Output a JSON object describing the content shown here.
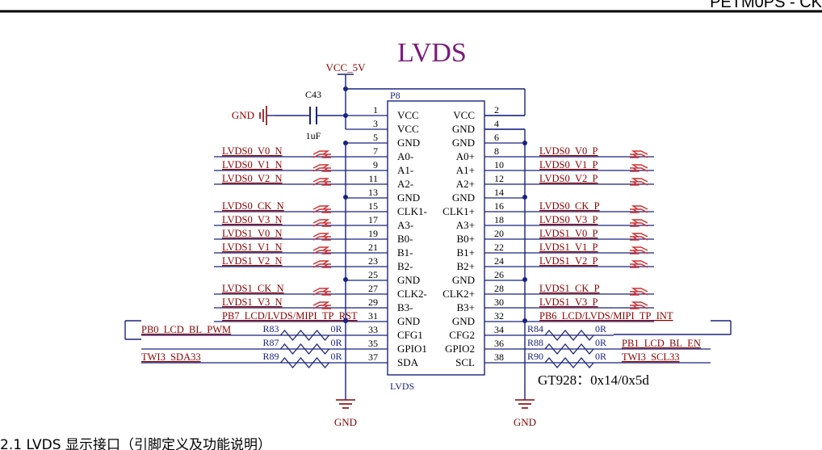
{
  "header": {
    "right_text": "PETM0PS - CK"
  },
  "title": "LVDS",
  "power_label": "VCC_5V",
  "cap": {
    "ref": "C43",
    "value": "1uF",
    "gnd": "GND"
  },
  "connector": {
    "ref": "P8",
    "name": "LVDS"
  },
  "left_pins": [
    {
      "num": "1",
      "name": "VCC"
    },
    {
      "num": "3",
      "name": "VCC"
    },
    {
      "num": "5",
      "name": "GND"
    },
    {
      "num": "7",
      "name": "A0-",
      "net": "LVDS0_V0_N"
    },
    {
      "num": "9",
      "name": "A1-",
      "net": "LVDS0_V1_N"
    },
    {
      "num": "11",
      "name": "A2-",
      "net": "LVDS0_V2_N"
    },
    {
      "num": "13",
      "name": "GND"
    },
    {
      "num": "15",
      "name": "CLK1-",
      "net": "LVDS0_CK_N"
    },
    {
      "num": "17",
      "name": "A3-",
      "net": "LVDS0_V3_N"
    },
    {
      "num": "19",
      "name": "B0-",
      "net": "LVDS1_V0_N"
    },
    {
      "num": "21",
      "name": "B1-",
      "net": "LVDS1_V1_N"
    },
    {
      "num": "23",
      "name": "B2-",
      "net": "LVDS1_V2_N"
    },
    {
      "num": "25",
      "name": "GND"
    },
    {
      "num": "27",
      "name": "CLK2-",
      "net": "LVDS1_CK_N"
    },
    {
      "num": "29",
      "name": "B3-",
      "net": "LVDS1_V3_N"
    },
    {
      "num": "31",
      "name": "GND",
      "net": "PB7_LCD/LVDS/MIPI_TP_RST"
    },
    {
      "num": "33",
      "name": "CFG1",
      "net": "PB0_LCD_BL_PWM",
      "res": "R83",
      "rval": "0R"
    },
    {
      "num": "35",
      "name": "GPIO1",
      "res": "R87",
      "rval": "0R"
    },
    {
      "num": "37",
      "name": "SDA",
      "net": "TWI3_SDA33",
      "res": "R89",
      "rval": "0R"
    }
  ],
  "right_pins": [
    {
      "num": "2",
      "name": "VCC"
    },
    {
      "num": "4",
      "name": "GND"
    },
    {
      "num": "6",
      "name": "GND"
    },
    {
      "num": "8",
      "name": "A0+",
      "net": "LVDS0_V0_P"
    },
    {
      "num": "10",
      "name": "A1+",
      "net": "LVDS0_V1_P"
    },
    {
      "num": "12",
      "name": "A2+",
      "net": "LVDS0_V2_P"
    },
    {
      "num": "14",
      "name": "GND"
    },
    {
      "num": "16",
      "name": "CLK1+",
      "net": "LVDS0_CK_P"
    },
    {
      "num": "18",
      "name": "A3+",
      "net": "LVDS0_V3_P"
    },
    {
      "num": "20",
      "name": "B0+",
      "net": "LVDS1_V0_P"
    },
    {
      "num": "22",
      "name": "B1+",
      "net": "LVDS1_V1_P"
    },
    {
      "num": "24",
      "name": "B2+",
      "net": "LVDS1_V2_P"
    },
    {
      "num": "26",
      "name": "GND"
    },
    {
      "num": "28",
      "name": "CLK2+",
      "net": "LVDS1_CK_P"
    },
    {
      "num": "30",
      "name": "B3+",
      "net": "LVDS1_V3_P"
    },
    {
      "num": "32",
      "name": "GND",
      "net": "PB6_LCD/LVDS/MIPI_TP_INT"
    },
    {
      "num": "34",
      "name": "CFG2",
      "res": "R84",
      "rval": "0R"
    },
    {
      "num": "36",
      "name": "GPIO2",
      "net": "PB1_LCD_BL_EN",
      "res": "R88",
      "rval": "0R"
    },
    {
      "num": "38",
      "name": "SCL",
      "net": "TWI3_SCL33",
      "res": "R90",
      "rval": "0R"
    }
  ],
  "gnd_left": "GND",
  "gnd_right": "GND",
  "note": "GT928：0x14/0x5d",
  "caption": "2.1   LVDS 显示接口（引脚定义及功能说明）"
}
